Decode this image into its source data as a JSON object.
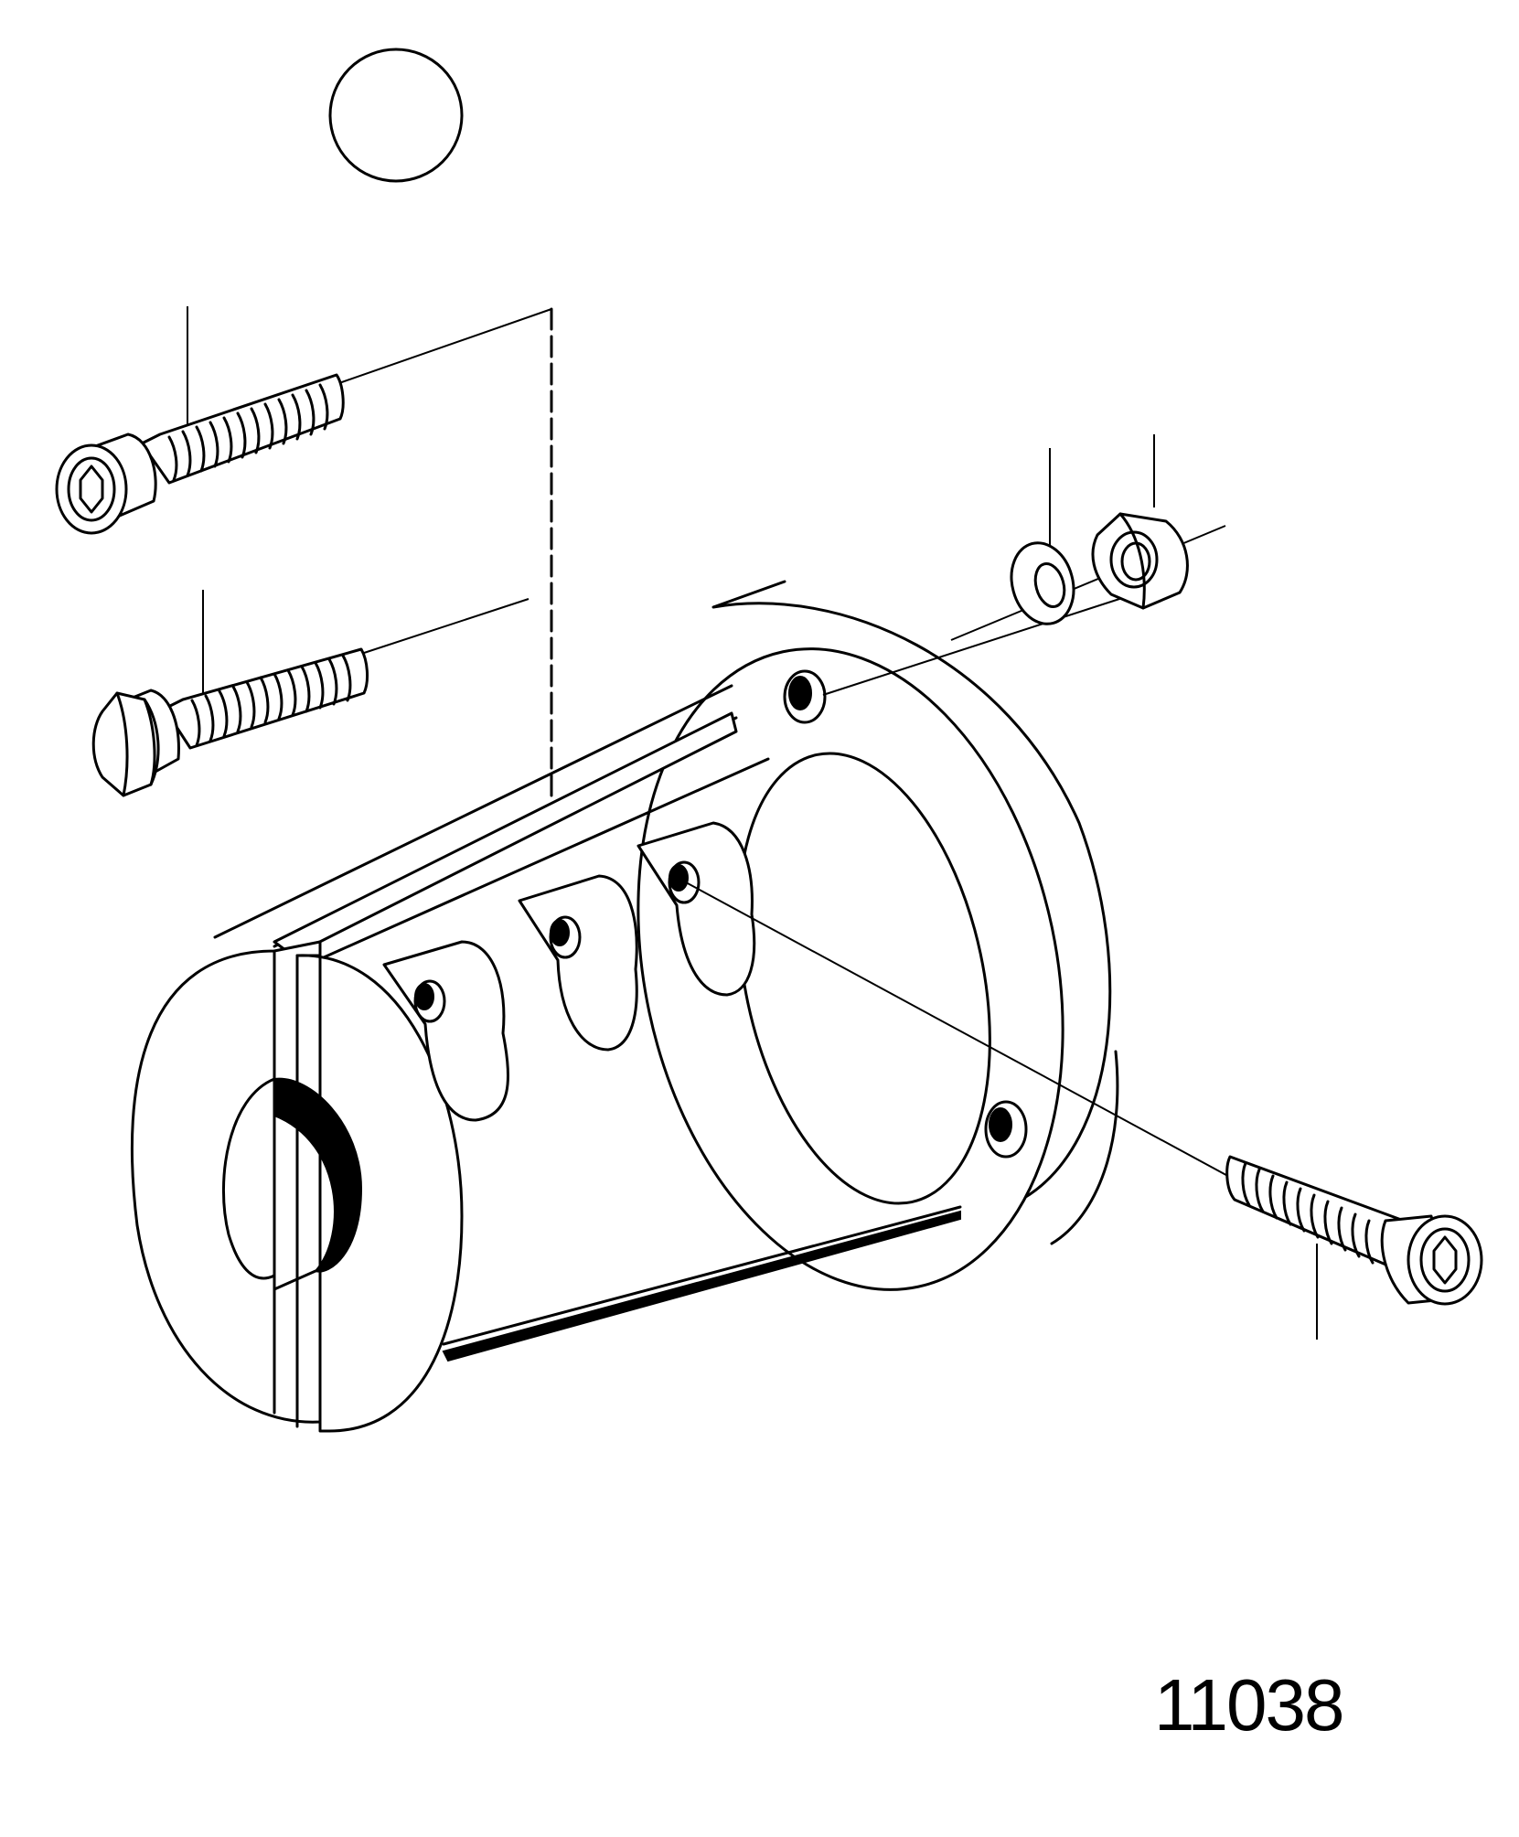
{
  "figure": {
    "number": "11038"
  },
  "parts": [
    {
      "name": "socket-head-screw-upper",
      "icon": "socket-head-screw-icon"
    },
    {
      "name": "hex-bolt",
      "icon": "hex-bolt-icon"
    },
    {
      "name": "washer",
      "icon": "washer-icon"
    },
    {
      "name": "hex-nut",
      "icon": "hex-nut-icon"
    },
    {
      "name": "socket-head-screw-lower",
      "icon": "socket-head-screw-icon"
    },
    {
      "name": "shaft-coupling-flange",
      "icon": "coupling-icon"
    },
    {
      "name": "ball",
      "icon": "ball-icon"
    }
  ],
  "colors": {
    "ink": "#000000",
    "paper": "#ffffff"
  }
}
